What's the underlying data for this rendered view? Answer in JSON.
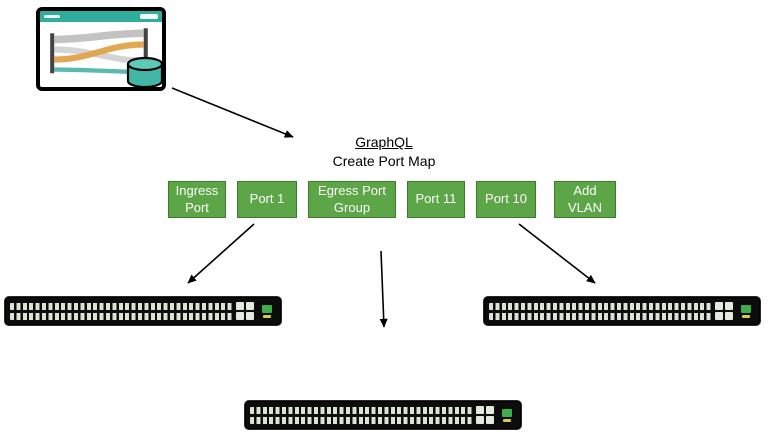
{
  "diagram": {
    "heading": {
      "title": "GraphQL",
      "subtitle": "Create Port Map"
    },
    "buttons": [
      "Ingress Port",
      "Port 1",
      "Egress Port Group",
      "Port 11",
      "Port 10",
      "Add VLAN"
    ],
    "icons": {
      "monitor": "dashboard-monitor-icon",
      "database": "database-cylinder-icon",
      "switch": "network-switch-icon",
      "arrow": "flow-arrow-icon"
    },
    "colors": {
      "node_green": "#5ca647",
      "node_border": "#3f7a2f",
      "node_text": "#ffffff",
      "dashboard_header_teal": "#2fae9e",
      "cylinder_teal": "#43b7a6",
      "sankey_orange": "#e0a24a",
      "sankey_gray": "#bdbdbd",
      "switch_black": "#0c0c0c",
      "arrow_black": "#000000"
    }
  }
}
